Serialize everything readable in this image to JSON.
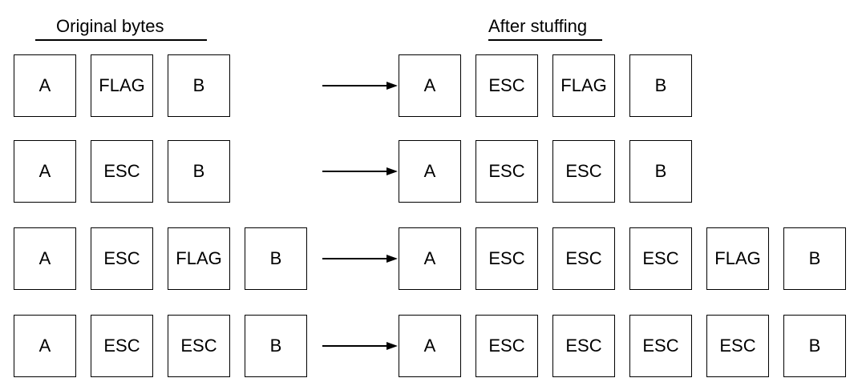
{
  "headers": {
    "original": "Original bytes",
    "after": "After stuffing"
  },
  "rows": [
    {
      "original": [
        "A",
        "FLAG",
        "B"
      ],
      "after": [
        "A",
        "ESC",
        "FLAG",
        "B"
      ]
    },
    {
      "original": [
        "A",
        "ESC",
        "B"
      ],
      "after": [
        "A",
        "ESC",
        "ESC",
        "B"
      ]
    },
    {
      "original": [
        "A",
        "ESC",
        "FLAG",
        "B"
      ],
      "after": [
        "A",
        "ESC",
        "ESC",
        "ESC",
        "FLAG",
        "B"
      ]
    },
    {
      "original": [
        "A",
        "ESC",
        "ESC",
        "B"
      ],
      "after": [
        "A",
        "ESC",
        "ESC",
        "ESC",
        "ESC",
        "B"
      ]
    }
  ],
  "colors": {
    "stroke": "#000000",
    "background": "#ffffff"
  }
}
